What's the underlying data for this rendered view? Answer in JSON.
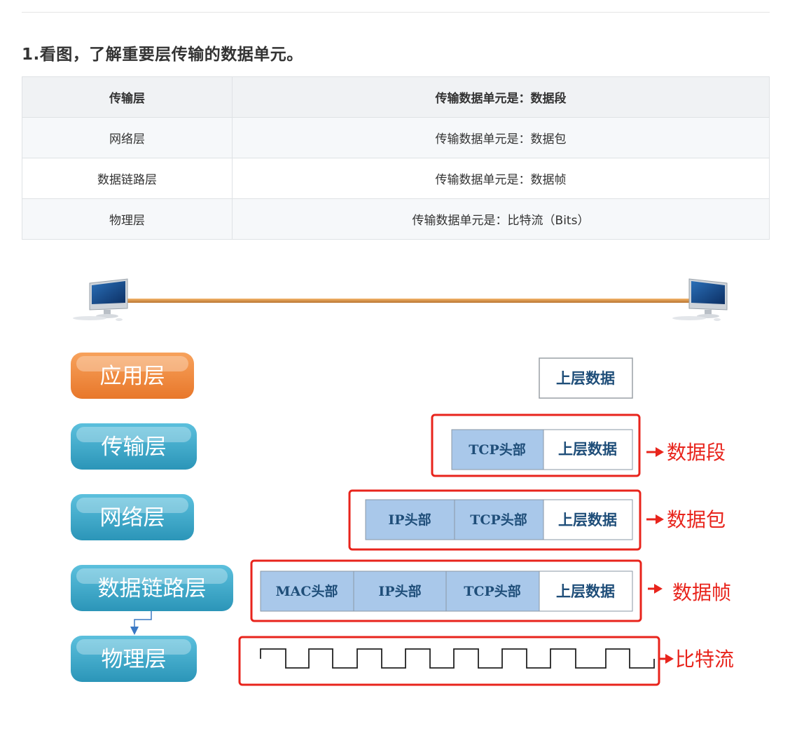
{
  "heading": "1.看图，了解重要层传输的数据单元。",
  "table": {
    "header": [
      "传输层",
      "传输数据单元是：数据段"
    ],
    "rows": [
      [
        "网络层",
        "传输数据单元是：数据包"
      ],
      [
        "数据链路层",
        "传输数据单元是：数据帧"
      ],
      [
        "物理层",
        "传输数据单元是：比特流（Bits）"
      ]
    ]
  },
  "diagram": {
    "layers": [
      "应用层",
      "传输层",
      "网络层",
      "数据链路层",
      "物理层"
    ],
    "blocks": {
      "upper_data": "上层数据",
      "tcp_header": "TCP头部",
      "ip_header": "IP头部",
      "mac_header": "MAC头部"
    },
    "units": [
      "数据段",
      "数据包",
      "数据帧",
      "比特流"
    ],
    "colors": {
      "application": "#f08a3c",
      "layer": "#3aa6c8",
      "header_fill": "#a9c8ea",
      "highlight": "#e8241c"
    }
  }
}
